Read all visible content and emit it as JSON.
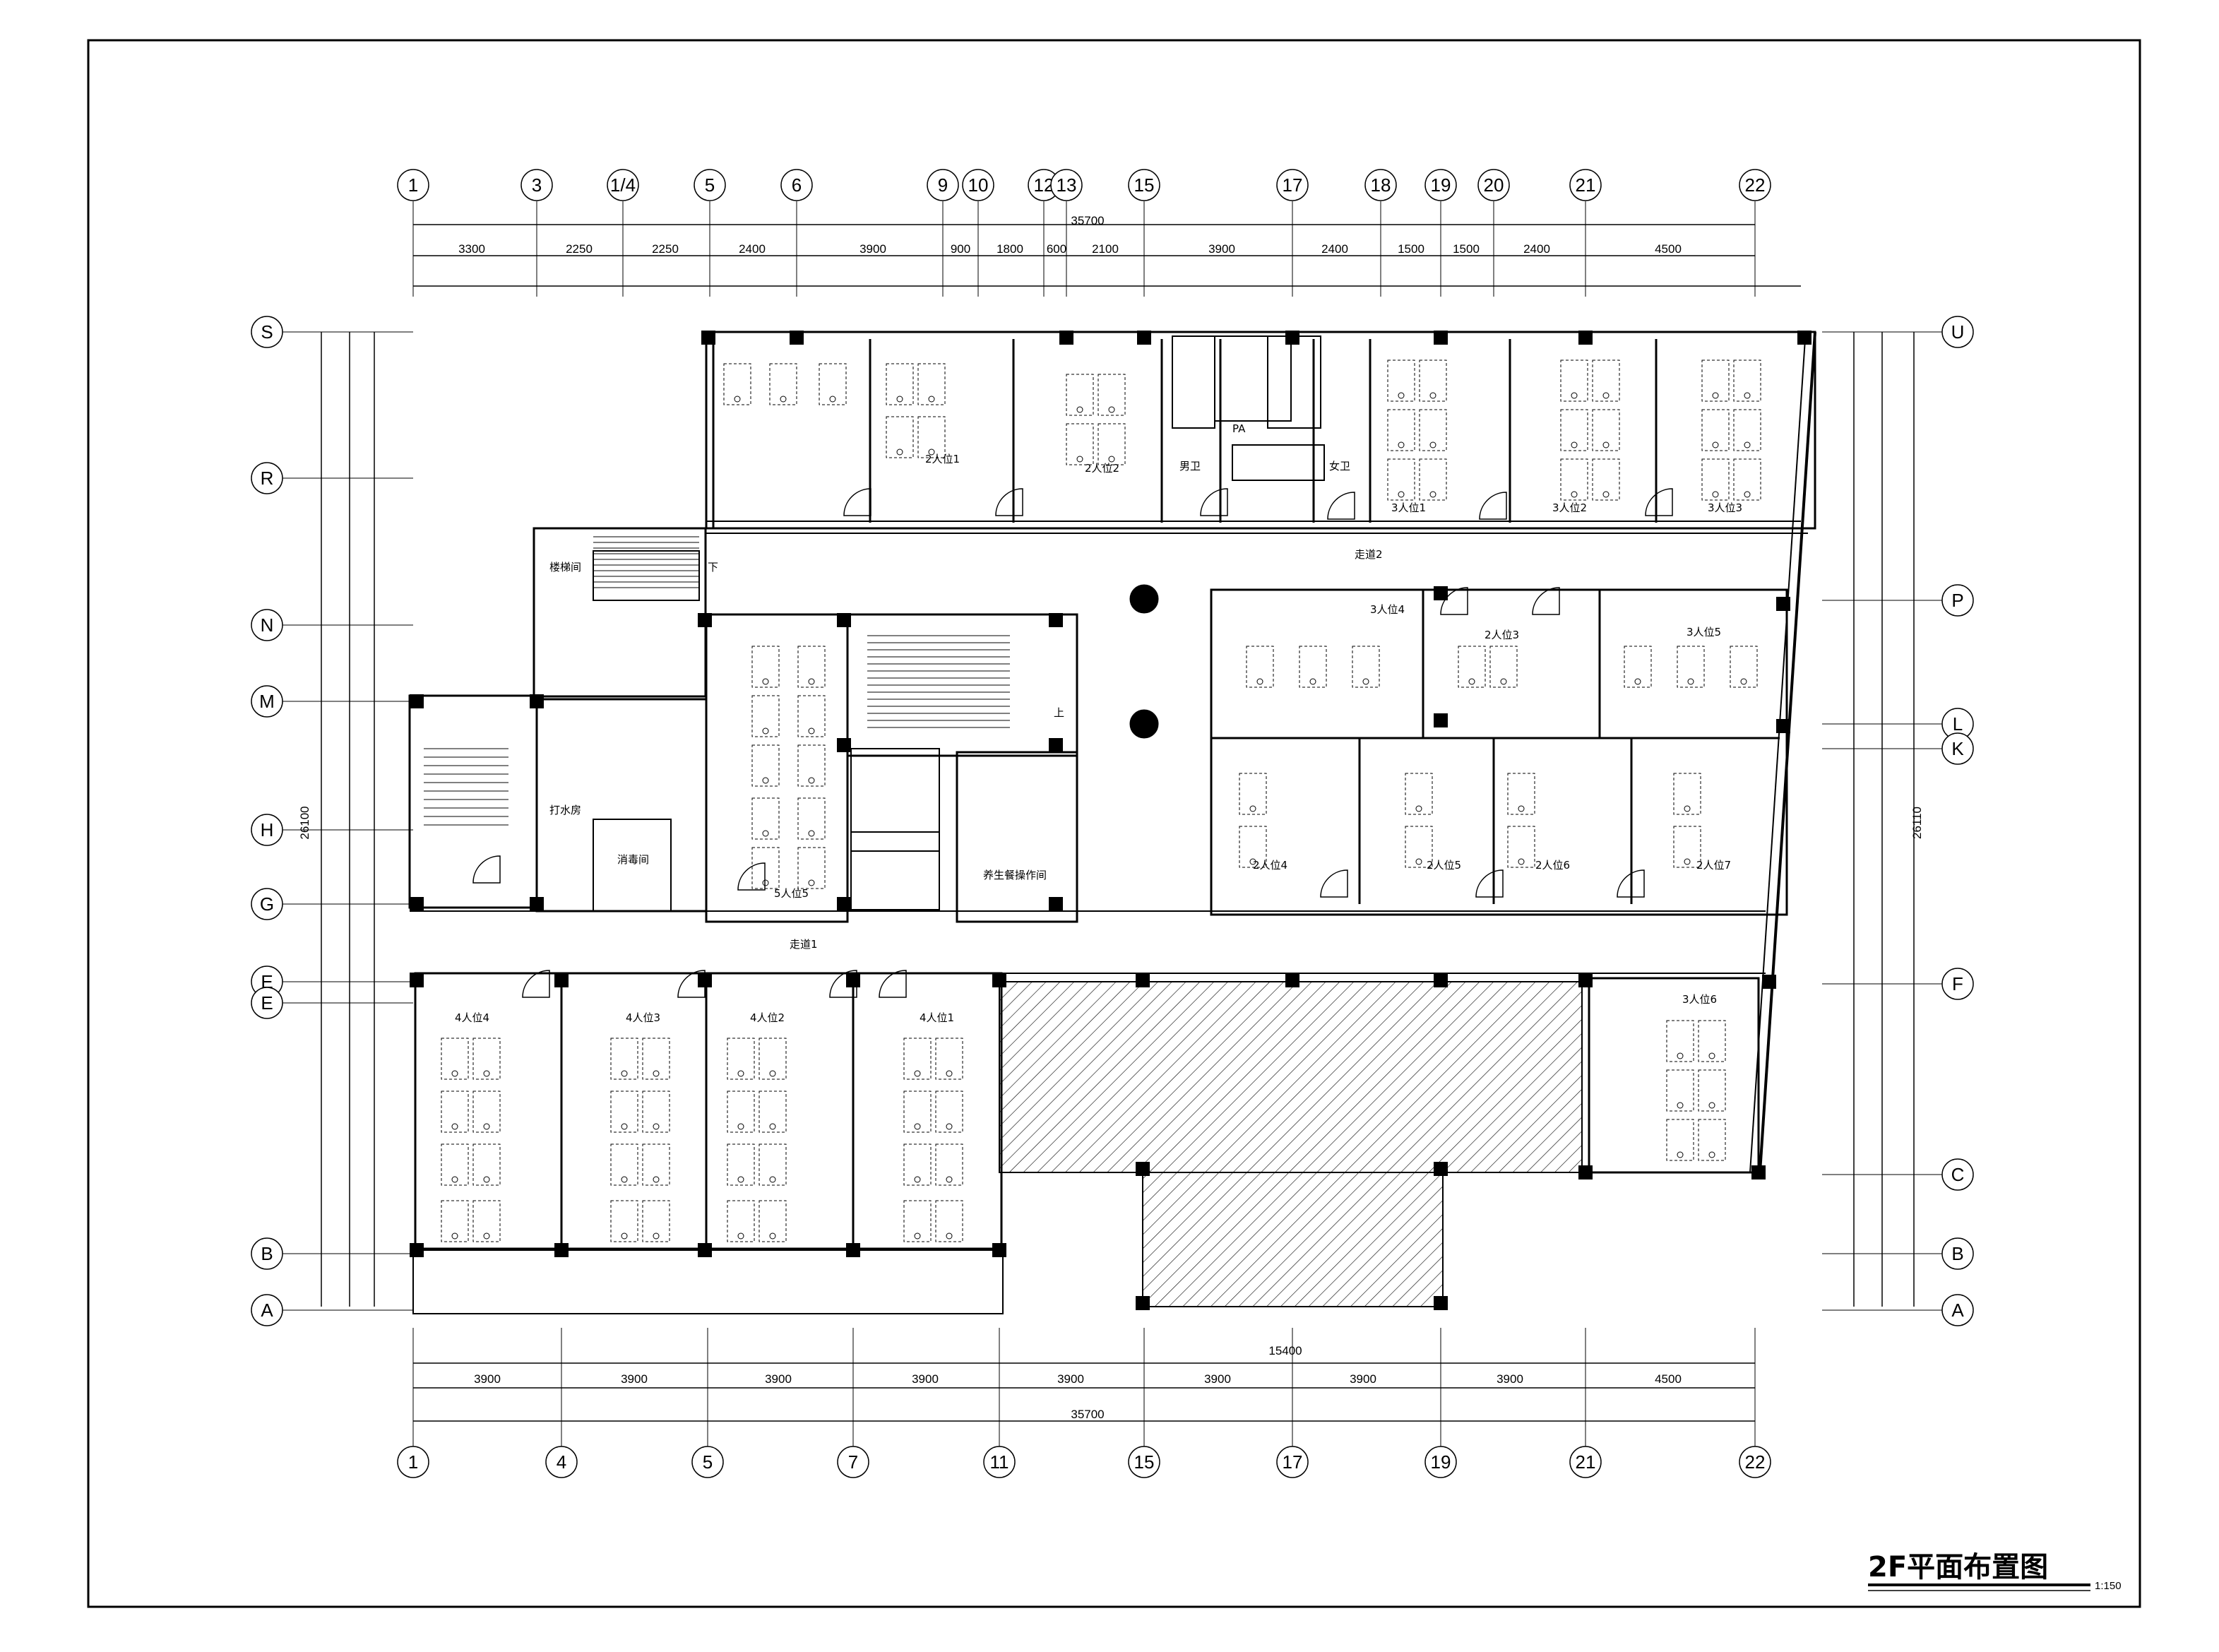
{
  "title": "2F平面布置图",
  "scale": "1:150",
  "grid_top": [
    "1",
    "3",
    "1/4",
    "5",
    "6",
    "9",
    "10",
    "12",
    "13",
    "15",
    "17",
    "18",
    "19",
    "20",
    "21",
    "22"
  ],
  "grid_bottom": [
    "1",
    "4",
    "5",
    "7",
    "11",
    "15",
    "17",
    "19",
    "21",
    "22"
  ],
  "grid_left": [
    "S",
    "R",
    "N",
    "M",
    "H",
    "G",
    "E",
    "E",
    "B",
    "A"
  ],
  "grid_right": [
    "U",
    "P",
    "L",
    "K",
    "F",
    "C",
    "B",
    "A"
  ],
  "dims": {
    "top_total": "35700",
    "bottom_total": "35700",
    "left_total": "26100",
    "right_total": "26110",
    "bottom_mid": "15400",
    "top_row1": [
      "3300",
      "2250",
      "2250",
      "2400",
      "3900",
      "900",
      "1800",
      "600",
      "2100",
      "3900",
      "2400",
      "1500",
      "1500",
      "2400",
      "4500"
    ],
    "bottom_row2": [
      "3900",
      "3900",
      "3900",
      "3900",
      "3900",
      "3900",
      "3900",
      "3900",
      "4500"
    ]
  },
  "rooms": [
    {
      "key": "r_2p1",
      "label": "2人位1"
    },
    {
      "key": "r_2p2",
      "label": "2人位2"
    },
    {
      "key": "r_men",
      "label": "男卫"
    },
    {
      "key": "r_women",
      "label": "女卫"
    },
    {
      "key": "r_pa",
      "label": "PA"
    },
    {
      "key": "r_3p1",
      "label": "3人位1"
    },
    {
      "key": "r_3p2",
      "label": "3人位2"
    },
    {
      "key": "r_3p3",
      "label": "3人位3"
    },
    {
      "key": "r_corr2",
      "label": "走道2"
    },
    {
      "key": "r_stair",
      "label": "楼梯间"
    },
    {
      "key": "r_down",
      "label": "下"
    },
    {
      "key": "r_up",
      "label": "上"
    },
    {
      "key": "r_3p4",
      "label": "3人位4"
    },
    {
      "key": "r_2p3",
      "label": "2人位3"
    },
    {
      "key": "r_3p5",
      "label": "3人位5"
    },
    {
      "key": "r_water",
      "label": "打水房"
    },
    {
      "key": "r_disinf",
      "label": "消毒间"
    },
    {
      "key": "r_5p5",
      "label": "5人位5"
    },
    {
      "key": "r_kitchen",
      "label": "养生餐操作间"
    },
    {
      "key": "r_2p4",
      "label": "2人位4"
    },
    {
      "key": "r_2p5",
      "label": "2人位5"
    },
    {
      "key": "r_2p6",
      "label": "2人位6"
    },
    {
      "key": "r_2p7",
      "label": "2人位7"
    },
    {
      "key": "r_corr1",
      "label": "走道1"
    },
    {
      "key": "r_4p4",
      "label": "4人位4"
    },
    {
      "key": "r_4p3",
      "label": "4人位3"
    },
    {
      "key": "r_4p2",
      "label": "4人位2"
    },
    {
      "key": "r_4p1",
      "label": "4人位1"
    },
    {
      "key": "r_3p6",
      "label": "3人位6"
    }
  ]
}
